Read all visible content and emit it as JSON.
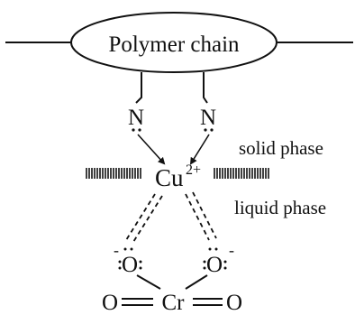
{
  "diagram": {
    "polymer_label": "Polymer chain",
    "ligand_left": "N",
    "ligand_right": "N",
    "metal_symbol": "Cu",
    "metal_charge": "2+",
    "solid_phase_label": "solid phase",
    "liquid_phase_label": "liquid phase",
    "oxygen_left": "O",
    "oxygen_right": "O",
    "charge_minus": "-",
    "chromium_symbol": "Cr",
    "oxo_left": "O",
    "oxo_right": "O",
    "line_color": "#111111"
  }
}
